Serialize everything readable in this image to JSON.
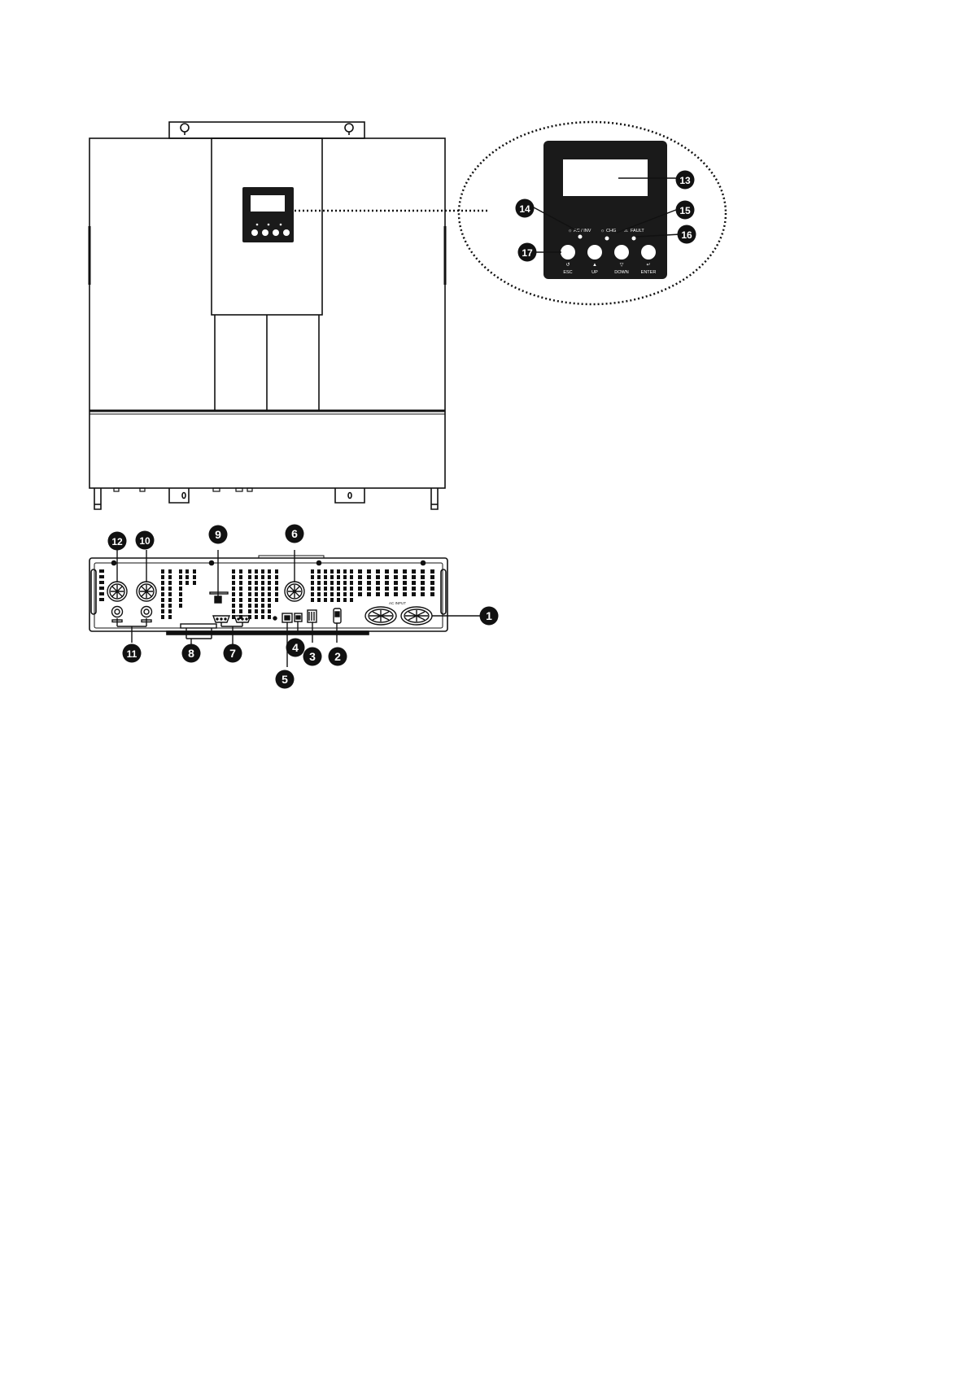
{
  "figure": {
    "callouts": [
      "1",
      "2",
      "3",
      "4",
      "5",
      "6",
      "7",
      "8",
      "9",
      "10",
      "11",
      "12",
      "13",
      "14",
      "15",
      "16",
      "17"
    ],
    "panel": {
      "led_labels": [
        "AC / INV",
        "CHG",
        "FAULT"
      ],
      "button_labels": [
        "ESC",
        "UP",
        "DOWN",
        "ENTER"
      ],
      "button_glyphs": [
        "↺",
        "▲",
        "▽",
        "↵"
      ],
      "led_glyphs": [
        "☼",
        "☼",
        "⚠"
      ]
    },
    "rear": {
      "input_label": "AC INPUT"
    }
  },
  "colors": {
    "ink": "#111111",
    "panel": "#1a1a1a",
    "paper": "#ffffff"
  }
}
